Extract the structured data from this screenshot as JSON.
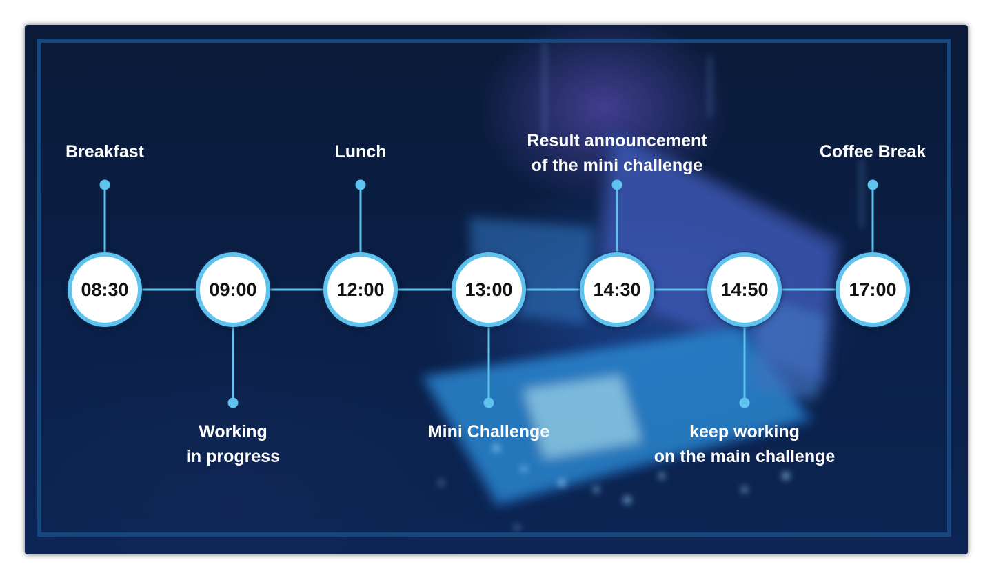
{
  "timeline": {
    "events": [
      {
        "time": "08:30",
        "lines": [
          "Breakfast",
          ""
        ]
      },
      {
        "time": "09:00",
        "lines": [
          "Working",
          "in progress"
        ]
      },
      {
        "time": "12:00",
        "lines": [
          "Lunch",
          ""
        ]
      },
      {
        "time": "13:00",
        "lines": [
          "Mini Challenge",
          ""
        ]
      },
      {
        "time": "14:30",
        "lines": [
          "Result announcement",
          "of the mini challenge"
        ]
      },
      {
        "time": "14:50",
        "lines": [
          "keep working",
          "on the main challenge"
        ]
      },
      {
        "time": "17:00",
        "lines": [
          "Coffee Break",
          ""
        ]
      }
    ]
  },
  "colors": {
    "accent": "#5fc3ee",
    "frame": "#15477e",
    "background": "#0b1f45",
    "text": "#ffffff"
  }
}
